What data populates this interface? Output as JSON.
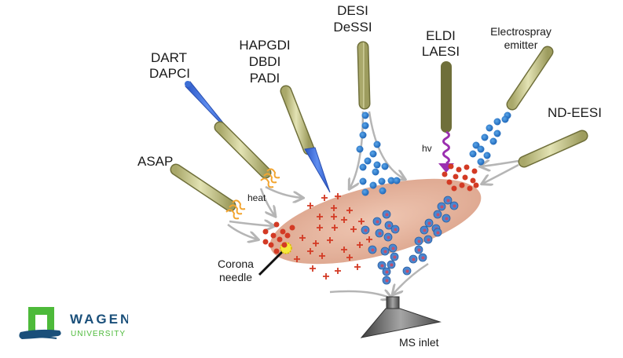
{
  "diagram": {
    "techniques": {
      "dart": [
        "DART",
        "DAPCI"
      ],
      "hapgdi": [
        "HAPGDI",
        "DBDI",
        "PADI"
      ],
      "desi": [
        "DESI",
        "DeSSI"
      ],
      "eldi": [
        "ELDI",
        "LAESI"
      ],
      "electrospray": [
        "Electrospray",
        "emitter"
      ],
      "ndeesi": "ND-EESI",
      "asap": "ASAP"
    },
    "annotations": {
      "heat": "heat",
      "hv": "hv",
      "corona": [
        "Corona",
        "needle"
      ],
      "ms_inlet": "MS inlet"
    },
    "colors": {
      "capillary": "#c9c98f",
      "capillary_edge": "#6f6f3a",
      "probe_blue": "#3d6fd6",
      "sample": "#e8b9a4",
      "red_ion": "#d33a24",
      "blue_droplet": "#2e7fd0",
      "arrow_gray": "#b5b5b5",
      "laser_purple": "#9b2fb0",
      "heat_orange": "#f2a531",
      "inlet_gray": "#7a7a7a"
    }
  },
  "logo": {
    "name": "WAGEN",
    "subtitle": "UNIVERSITY",
    "colors": {
      "green": "#4dba3a",
      "blue": "#1a4f7a"
    }
  }
}
